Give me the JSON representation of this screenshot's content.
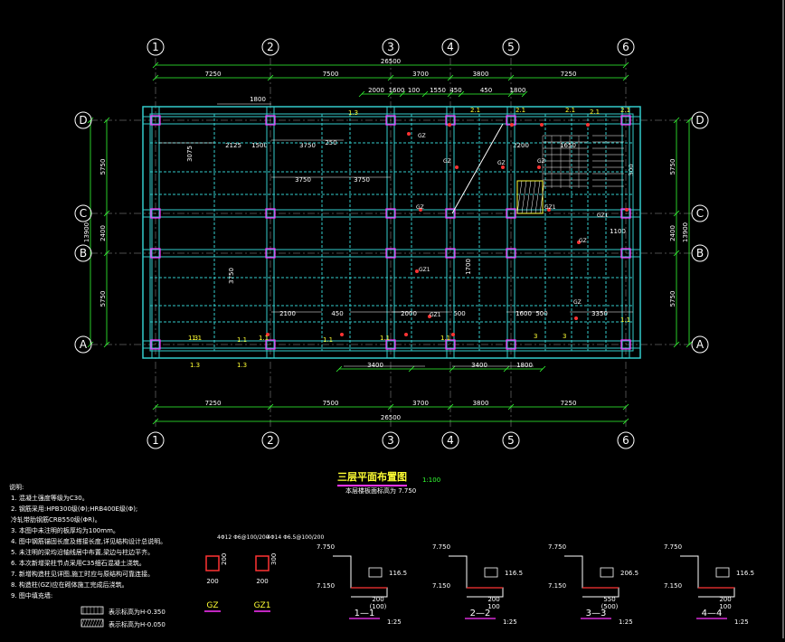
{
  "grid": {
    "columns": [
      "1",
      "2",
      "3",
      "4",
      "5",
      "6"
    ],
    "rows": [
      "D",
      "C",
      "B",
      "A"
    ]
  },
  "dims": {
    "top_total": "26500",
    "bottom_total": "26500",
    "spans": [
      "7250",
      "7500",
      "3700",
      "3800",
      "7250"
    ],
    "top_detail": [
      "2000",
      "1600",
      "100",
      "1550",
      "450",
      "450",
      "1800"
    ],
    "left": [
      "5750",
      "2400",
      "5750"
    ],
    "left_total": "13900",
    "right": [
      "5750",
      "2400",
      "5750"
    ],
    "right_total": "13900",
    "bottom_detail": [
      "3400",
      "3400",
      "1800"
    ],
    "interior": [
      "2125",
      "1500",
      "3750",
      "250",
      "3750",
      "3750",
      "2100",
      "450",
      "2000",
      "500",
      "1600",
      "500",
      "3350",
      "1700",
      "2200",
      "1650",
      "3075",
      "3750",
      "1100",
      "300",
      "1800"
    ]
  },
  "labels": {
    "tags": [
      "1.3",
      "1.3",
      "1.3",
      "2.1",
      "2.1",
      "2.1",
      "2.1",
      "3",
      "3",
      "1.1",
      "1.1",
      "1.1",
      "1.1",
      "1.1",
      "1.1",
      "2.1",
      "1.1",
      "1.3"
    ],
    "gz": [
      "GZ",
      "GZ",
      "GZ",
      "GZ",
      "GZ",
      "GZ",
      "GZ",
      "GZ1",
      "GZ1",
      "GZ1",
      "GZ1"
    ]
  },
  "title": {
    "main": "三层平面布置图",
    "scale": "1:100",
    "subtitle": "本层楼板面标高为 7.750"
  },
  "notes": {
    "heading": "说明:",
    "items": [
      "1. 混凝土强度等级为C30。",
      "2. 钢筋采用:HPB300级(Φ);HRB400E级(Φ);",
      "   冷轧带肋钢筋CRB550级(ΦR)。",
      "3. 本图中未注明的板厚均为100mm。",
      "4. 图中钢筋锚固长度及搭接长度,详见结构设计总说明。",
      "5. 未注明的梁均沿轴线居中布置,梁边与柱边平齐。",
      "6. 本次新增梁柱节点采用C35细石混凝土浇筑。",
      "7. 新增构造柱见详图,施工时应与原结构可靠连接。",
      "8. 构造柱(GZ)应在砌体施工完成后浇筑。",
      "9. 图中填充墙:"
    ],
    "legend_1": "表示标高为H-0.350",
    "legend_2": "表示标高为H-0.050"
  },
  "details": {
    "col_sections": [
      {
        "name": "GZ",
        "spec": "4Φ12 Φ6@100/200",
        "size": "200",
        "level": "200"
      },
      {
        "name": "GZ1",
        "spec": "4Φ14 Φ6.5@100/200",
        "size": "200",
        "level": "300"
      }
    ],
    "sections": [
      {
        "name": "1—1",
        "scale": "1:25",
        "top": "7.750",
        "bottom": "7.150",
        "dim1": "200",
        "dim2": "(100)",
        "dim3": "116.5"
      },
      {
        "name": "2—2",
        "scale": "1:25",
        "top": "7.750",
        "bottom": "7.150",
        "dim1": "200",
        "dim2": "100",
        "dim3": "116.5"
      },
      {
        "name": "3—3",
        "scale": "1:25",
        "top": "7.750",
        "bottom": "7.150",
        "dim1": "550",
        "dim2": "(500)",
        "dim3": "206.5"
      },
      {
        "name": "4—4",
        "scale": "1:25",
        "top": "7.750",
        "bottom": "7.150",
        "dim1": "200",
        "dim2": "100",
        "dim3": "116.5"
      }
    ]
  }
}
